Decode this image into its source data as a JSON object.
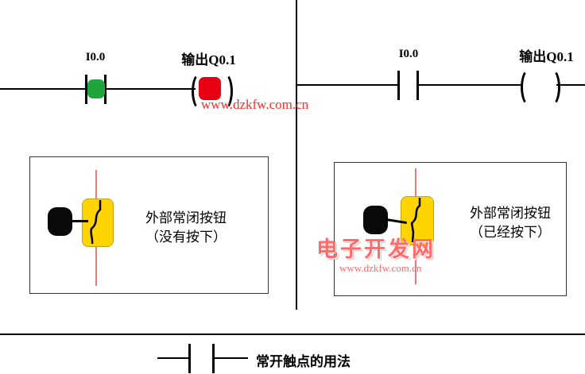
{
  "left_rung": {
    "contact_label": "I0.0",
    "coil_label": "输出Q0.1"
  },
  "right_rung": {
    "contact_label": "I0.0",
    "coil_label": "输出Q0.1"
  },
  "left_box": {
    "caption_line1": "外部常闭按钮",
    "caption_line2": "（没有按下）"
  },
  "right_box": {
    "caption_line1": "外部常闭按钮",
    "caption_line2": "（已经按下）"
  },
  "watermarks": {
    "left_url": "www.dzkfw.com.cn",
    "right_name": "电子开发网",
    "right_url": "www.dzkfw.com.cn"
  },
  "footer": {
    "caption": "常开触点的用法"
  },
  "colors": {
    "contact_on_green": "#1ea63c",
    "coil_on_red": "#e60012",
    "button_yellow": "#ffd400",
    "plunger_red": "#e87a7a",
    "watermark_red": "#fe2b2b",
    "watermark_pink": "#ff6a6a"
  }
}
